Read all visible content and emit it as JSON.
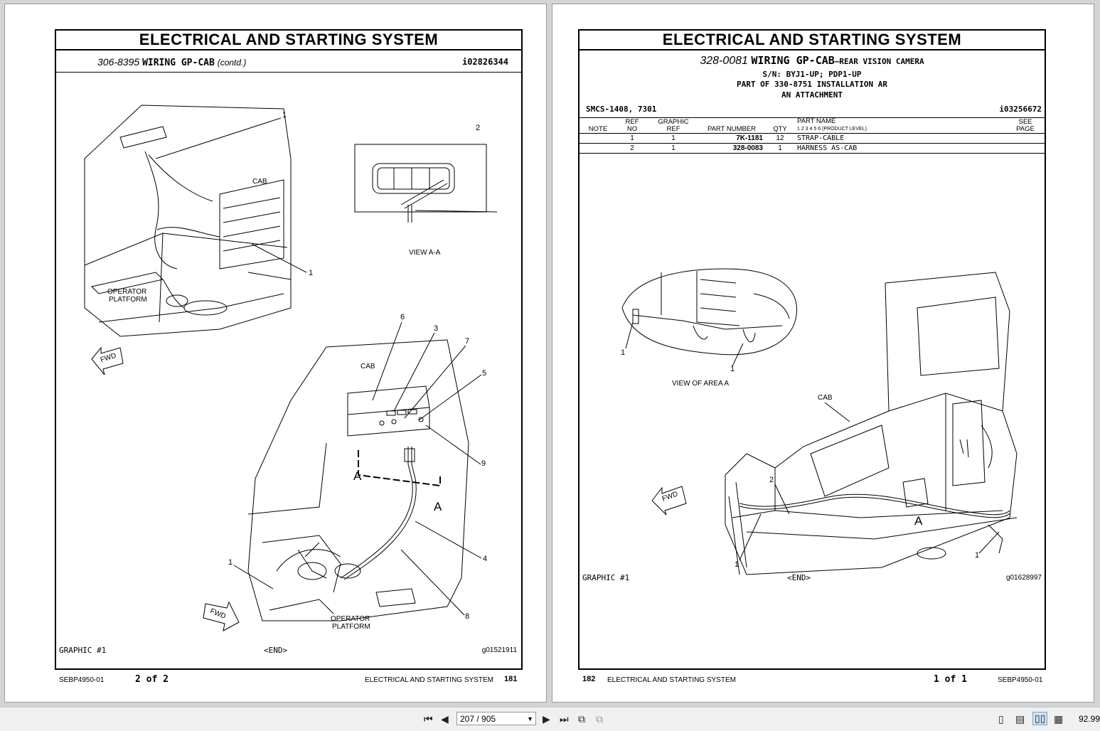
{
  "left_page": {
    "section_title": "ELECTRICAL AND STARTING SYSTEM",
    "part_number": "306-8395",
    "part_name": "WIRING GP-CAB",
    "contd": "(contd.)",
    "illustration_id": "i02826344",
    "labels": {
      "cab_top": "CAB",
      "operator_platform_top_1": "OPERATOR",
      "operator_platform_top_2": "PLATFORM",
      "view_aa": "VIEW A-A",
      "fwd": "FWD",
      "cab_bottom": "CAB",
      "operator_platform_bot_1": "OPERATOR",
      "operator_platform_bot_2": "PLATFORM",
      "section_a": "A"
    },
    "callouts": [
      "1",
      "2",
      "3",
      "4",
      "5",
      "6",
      "7",
      "8",
      "9"
    ],
    "graphic": "GRAPHIC #1",
    "end": "<END>",
    "graphic_id": "g01521911",
    "footer": {
      "doc_code": "SEBP4950-01",
      "page_count": "2 of 2",
      "section": "ELECTRICAL AND STARTING SYSTEM",
      "page_number": "181"
    }
  },
  "right_page": {
    "section_title": "ELECTRICAL AND STARTING SYSTEM",
    "part_number": "328-0081",
    "part_name": "WIRING GP-CAB",
    "part_suffix": "–REAR VISION CAMERA",
    "serial": "S/N: BYJ1-UP; PDP1-UP",
    "part_of": "PART OF 330-8751 INSTALLATION AR",
    "attachment": "AN ATTACHMENT",
    "smcs": "SMCS-1408, 7301",
    "illustration_id": "i03256672",
    "table": {
      "headers": {
        "note": "NOTE",
        "ref_no_1": "REF",
        "ref_no_2": "NO",
        "graphic_ref_1": "GRAPHIC",
        "graphic_ref_2": "REF",
        "part_number": "PART NUMBER",
        "qty": "QTY",
        "part_name": "PART NAME",
        "product_level": "1  2  3  4  5  6  (PRODUCT LEVEL)",
        "see_page_1": "SEE",
        "see_page_2": "PAGE"
      },
      "rows": [
        {
          "note": "",
          "ref_no": "1",
          "graphic_ref": "1",
          "part_number": "7K-1181",
          "qty": "12",
          "part_name": "STRAP-CABLE",
          "see_page": ""
        },
        {
          "note": "",
          "ref_no": "2",
          "graphic_ref": "1",
          "part_number": "328-0083",
          "qty": "1",
          "part_name": "HARNESS AS-CAB",
          "see_page": ""
        }
      ]
    },
    "labels": {
      "view_area_a": "VIEW OF AREA A",
      "cab": "CAB",
      "fwd": "FWD",
      "area_a": "A"
    },
    "callouts": [
      "1",
      "2"
    ],
    "graphic": "GRAPHIC #1",
    "end": "<END>",
    "graphic_id": "g01628997",
    "footer": {
      "page_number": "182",
      "section": "ELECTRICAL AND STARTING SYSTEM",
      "page_count": "1 of 1",
      "doc_code": "SEBP4950-01"
    }
  },
  "toolbar": {
    "page_indicator": "207 / 905",
    "zoom": "92.99"
  }
}
